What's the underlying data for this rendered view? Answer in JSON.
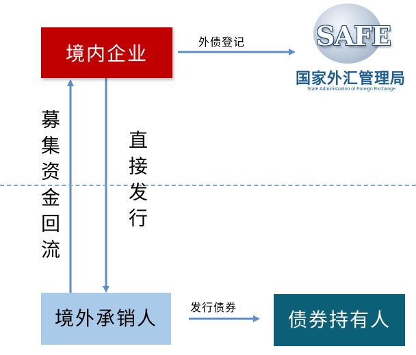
{
  "nodes": {
    "domestic_enterprise": "境内企业",
    "offshore_underwriter": "境外承销人",
    "bond_holder": "债券持有人"
  },
  "edges": {
    "foreign_debt_registration": "外债登记",
    "direct_issuance": "直接发行",
    "funds_repatriation": "募集资金回流",
    "issue_bonds": "发行债券"
  },
  "logo": {
    "wordmark": "SAFE",
    "cn_name": "国家外汇管理局",
    "en_name": "State Administration of Foreign Exchange"
  },
  "colors": {
    "domestic": "#c00000",
    "offshore": "#a9cbe9",
    "holder": "#0b5f77",
    "arrow": "#5b8ec9",
    "divider": "#7fa6c4"
  }
}
